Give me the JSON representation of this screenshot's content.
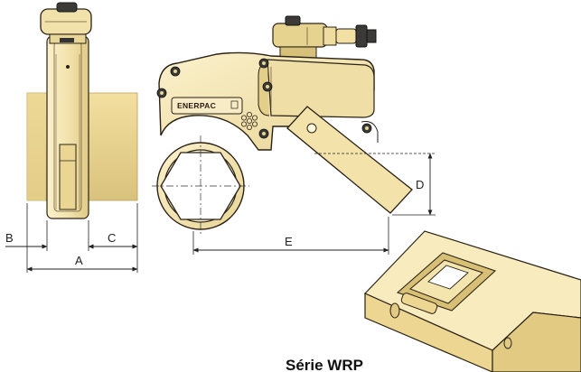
{
  "dimensions": {
    "a": "A",
    "b": "B",
    "c": "C",
    "d": "D",
    "e": "E"
  },
  "brand_label": "ENERPAC",
  "caption": "Série WRP",
  "colors": {
    "body": "#f5e6b4",
    "body_shade": "#e3cf8e",
    "outline": "#2a2216",
    "nut": "#f1dc9c",
    "dark_part": "#3b3a36"
  }
}
